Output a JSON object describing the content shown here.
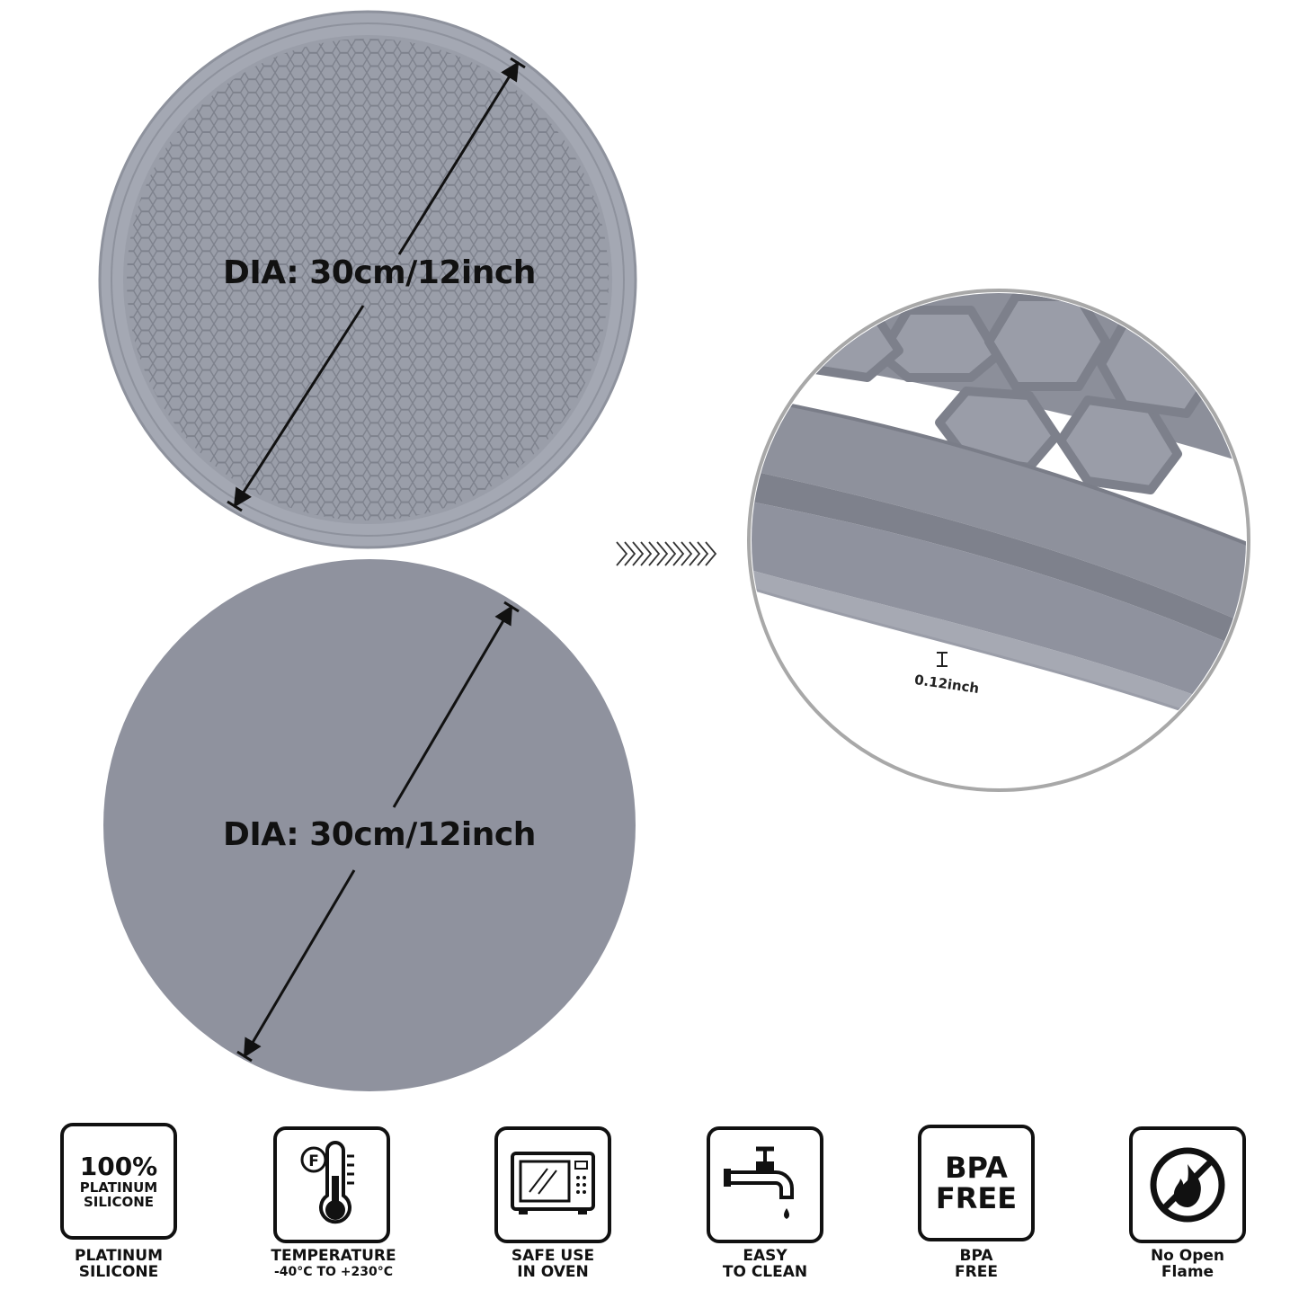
{
  "mats": {
    "top_label": "DIA: 30cm/12inch",
    "bottom_label": "DIA: 30cm/12inch",
    "thickness_label": "0.12inch"
  },
  "colors": {
    "mat_gray": "#8f929e",
    "mat_light": "#9a9ea9",
    "rim": "#a4a8b3",
    "hex_line": "#7e828d"
  },
  "icons": [
    {
      "name": "platinum-silicone-icon",
      "box_lines": [
        "100%",
        "PLATINUM",
        "SILICONE"
      ],
      "caption": [
        "PLATINUM",
        "SILICONE"
      ]
    },
    {
      "name": "thermometer-icon",
      "box_lines": [
        "F"
      ],
      "caption": [
        "TEMPERATURE",
        "-40°C TO +230°C"
      ]
    },
    {
      "name": "microwave-icon",
      "box_lines": [],
      "caption": [
        "SAFE USE",
        "IN OVEN"
      ]
    },
    {
      "name": "faucet-icon",
      "box_lines": [],
      "caption": [
        "EASY",
        "TO CLEAN"
      ]
    },
    {
      "name": "bpa-free-icon",
      "box_lines": [
        "BPA",
        "FREE"
      ],
      "caption": [
        "BPA",
        "FREE"
      ]
    },
    {
      "name": "no-open-flame-icon",
      "box_lines": [],
      "caption": [
        "No Open",
        "Flame"
      ]
    }
  ]
}
